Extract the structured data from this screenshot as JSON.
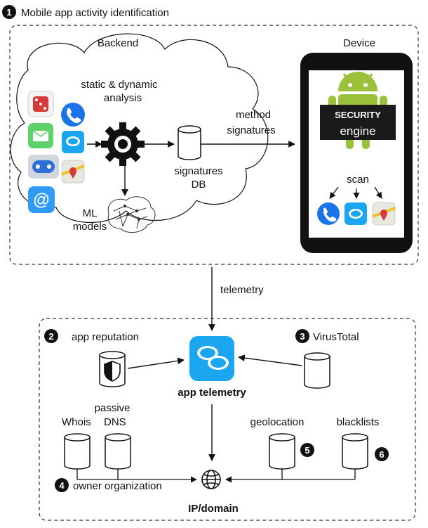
{
  "title": "Mobile app activity identification",
  "badges": [
    "1",
    "2",
    "3",
    "4",
    "5",
    "6"
  ],
  "top": {
    "backend_label": "Backend",
    "device_label": "Device",
    "analysis_label": [
      "static & dynamic",
      "analysis"
    ],
    "signatures_db_label": [
      "signatures",
      "DB"
    ],
    "method_signatures_label": [
      "method",
      "signatures"
    ],
    "ml_models_label": [
      "ML",
      "models"
    ],
    "security_engine_label": [
      "SECURITY",
      "engine"
    ],
    "scan_label": "scan"
  },
  "telemetry_label": "telemetry",
  "bottom": {
    "app_reputation_label": "app reputation",
    "virustotal_label": "VirusTotal",
    "app_telemetry_label": "app telemetry",
    "passive_dns_label": [
      "passive",
      "DNS"
    ],
    "whois_label": "Whois",
    "geolocation_label": "geolocation",
    "blacklists_label": "blacklists",
    "owner_org_label": "owner organization",
    "ip_domain_label": "IP/domain"
  },
  "colors": {
    "android_green": "#9bc03a",
    "chat_blue": "#1aa6f0",
    "phone_blue": "#1a73e8",
    "mail_green": "#5fd16a",
    "dice_red": "#d83a3a",
    "at_blue": "#2f9bf5"
  },
  "icons": [
    "dice-icon",
    "phone-app-icon",
    "mail-app-icon",
    "chat-app-icon",
    "gamepad-app-icon",
    "maps-app-icon",
    "at-app-icon",
    "gear-icon",
    "brain-icon",
    "android-icon",
    "shield-icon",
    "globe-icon"
  ]
}
